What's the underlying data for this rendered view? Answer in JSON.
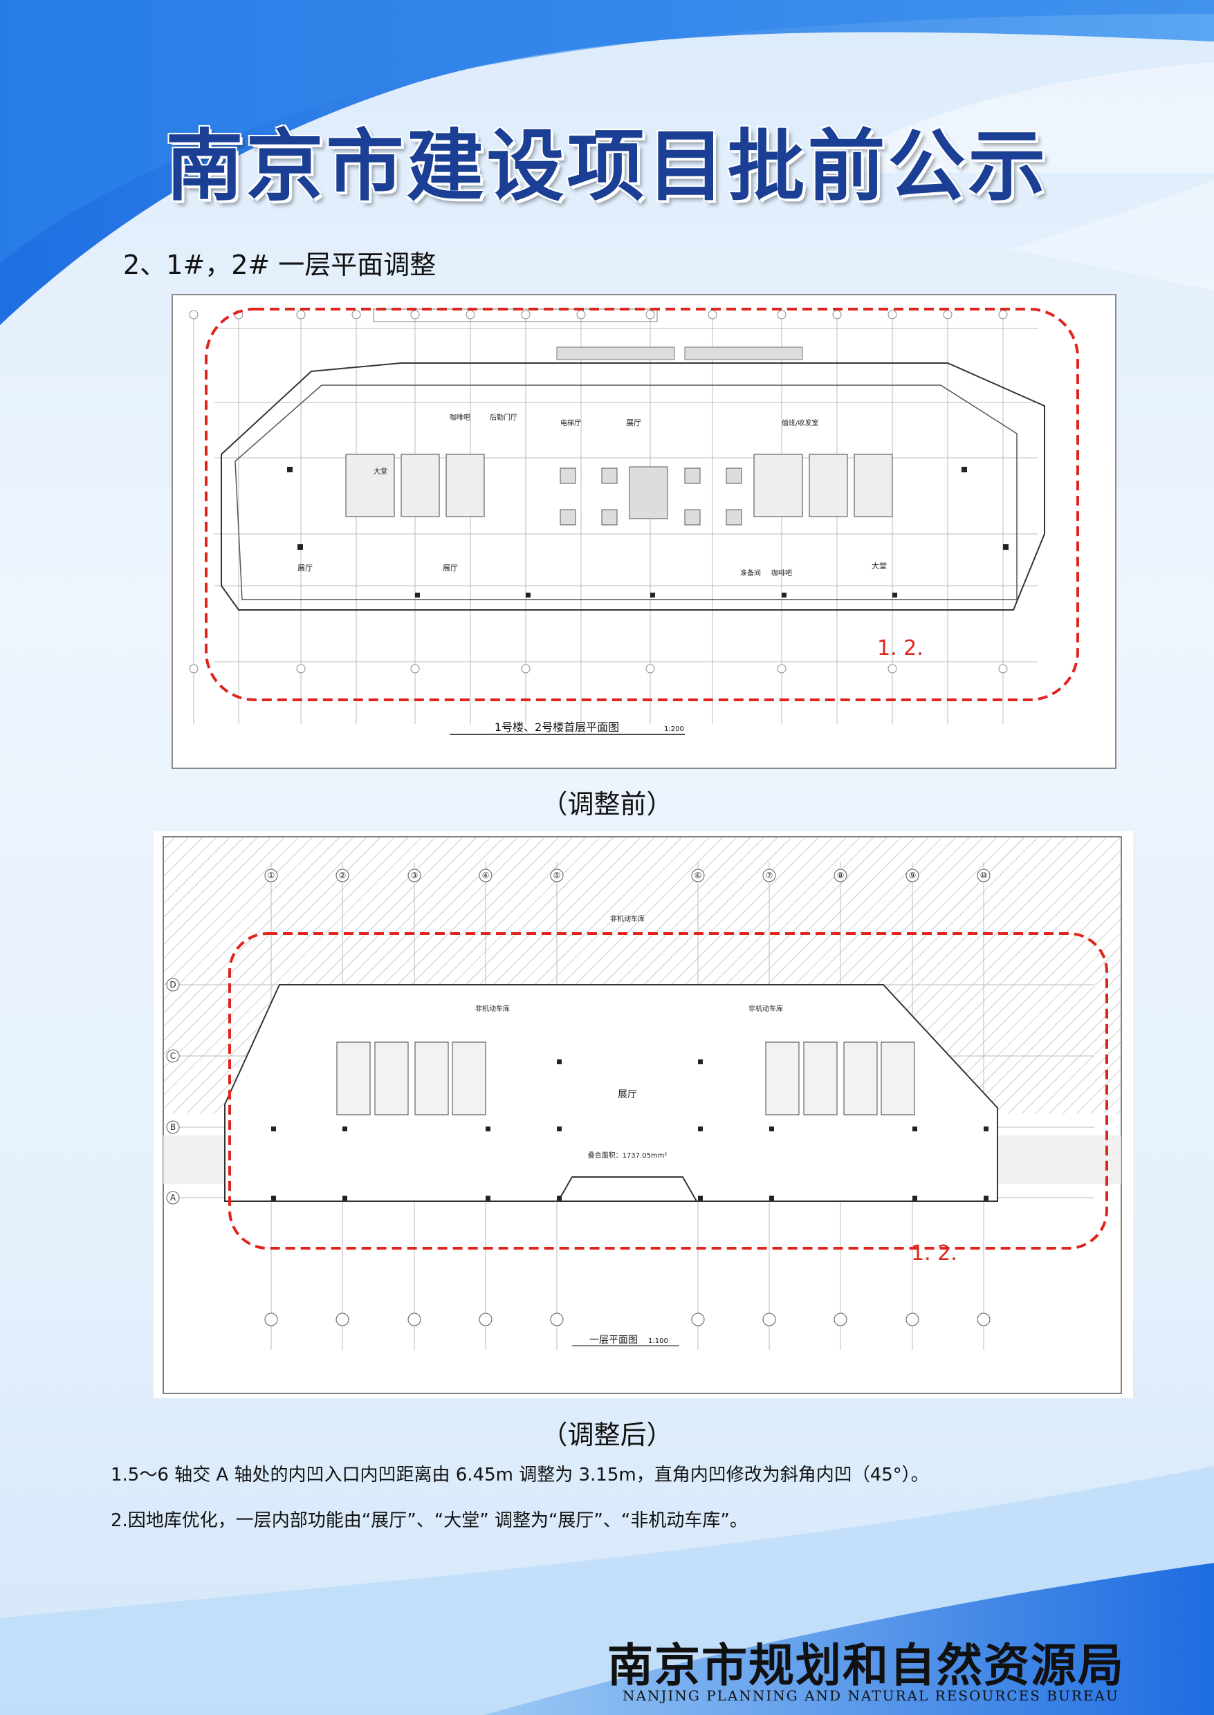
{
  "header": {
    "title": "南京市建设项目批前公示"
  },
  "section": {
    "heading": "2、1#，2#  一层平面调整"
  },
  "before": {
    "caption": "（调整前）",
    "drawing_title": "1号楼、2号楼首层平面图",
    "scale": "1:200",
    "markers": "1. 2.",
    "rooms": [
      "展厅",
      "展厅",
      "展厅",
      "大堂",
      "大堂",
      "电梯厅",
      "咖啡吧",
      "后勤门厅",
      "值班/收发室",
      "准备间",
      "咖啡吧"
    ]
  },
  "after": {
    "caption": "（调整后）",
    "drawing_title": "一层平面图",
    "scale": "1:100",
    "markers": "1.  2.",
    "rooms": [
      "展厅",
      "非机动车库",
      "非机动车库",
      "非机动车库"
    ],
    "area_note": "叠合面积：1737.05mm²",
    "axis_numbers": [
      "①",
      "②",
      "③",
      "④",
      "⑤",
      "⑥",
      "⑦",
      "⑧",
      "⑨",
      "⑩"
    ],
    "axis_letters": [
      "D",
      "C",
      "B",
      "A"
    ]
  },
  "notes": [
    "1.5～6 轴交 A 轴处的内凹入口内凹距离由 6.45m 调整为 3.15m，直角内凹修改为斜角内凹（45°）。",
    "2.因地库优化，一层内部功能由“展厅”、“大堂” 调整为“展厅”、“非机动车库”。"
  ],
  "footer": {
    "name": "南京市规划和自然资源局",
    "name_en": "NANJING PLANNING AND NATURAL RESOURCES BUREAU"
  },
  "colors": {
    "title": "#1b3f95",
    "accent_blue": "#1f6fe0",
    "dash_red": "#e0231b"
  }
}
